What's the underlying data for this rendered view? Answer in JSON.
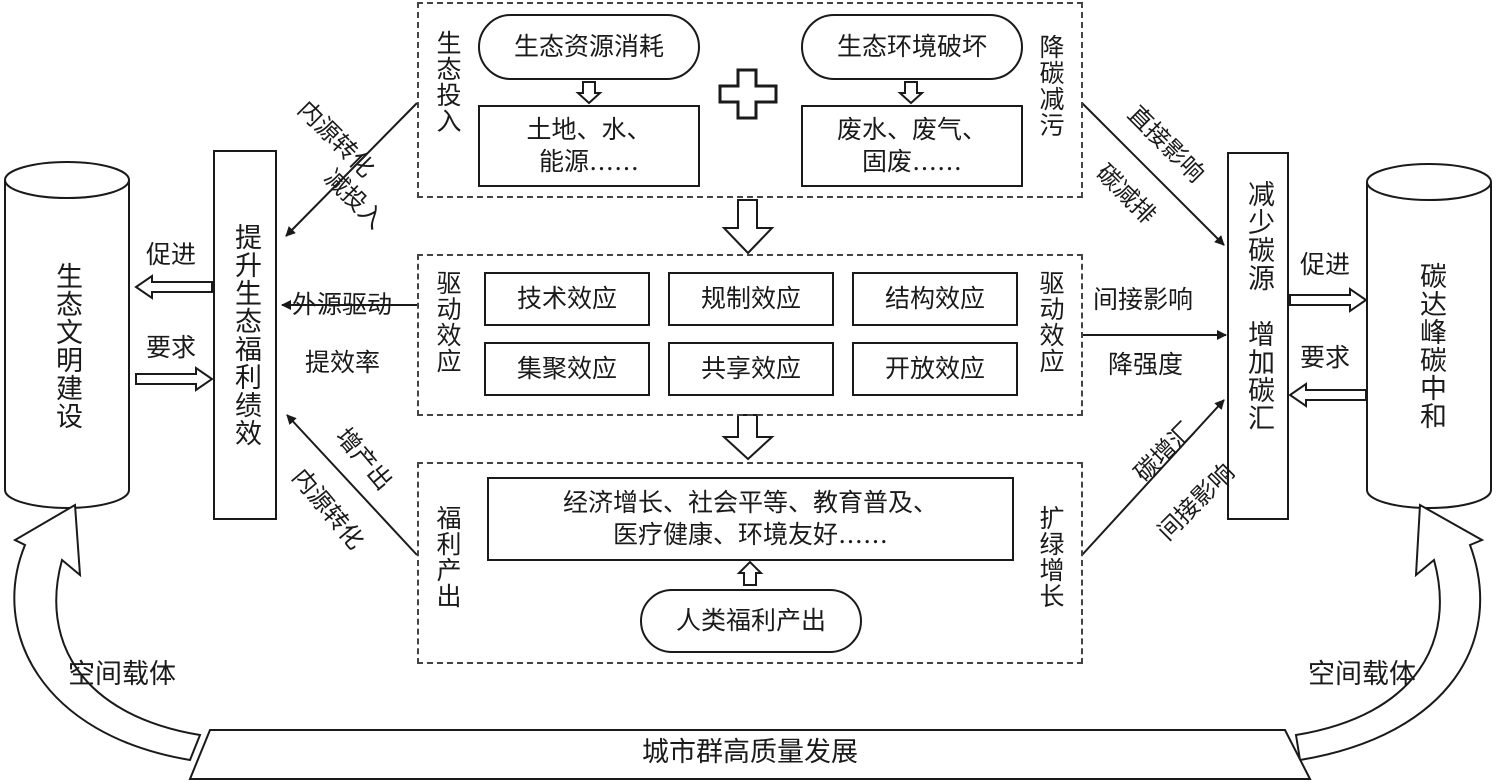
{
  "top": {
    "left_label": "生态投入",
    "right_label": "降碳减污",
    "consumption": "生态资源消耗",
    "damage": "生态环境破坏",
    "resources": "土地、水、\n能源……",
    "pollutants": "废水、废气、\n固废……"
  },
  "middle": {
    "left_label": "驱动效应",
    "right_label": "驱动效应",
    "effects": [
      "技术效应",
      "规制效应",
      "结构效应",
      "集聚效应",
      "共享效应",
      "开放效应"
    ]
  },
  "bottom": {
    "left_label": "福利产出",
    "right_label": "扩绿增长",
    "outcomes": "经济增长、社会平等、教育普及、\n医疗健康、环境友好……",
    "welfare": "人类福利产出"
  },
  "left": {
    "cylinder": "生态文明建设",
    "performance": "提升生态福利绩效",
    "promote": "促进",
    "require": "要求",
    "inner_top_1": "内源转化",
    "inner_top_2": "减投入",
    "external_1": "外源驱动",
    "external_2": "提效率",
    "inner_bottom_1": "增产出",
    "inner_bottom_2": "内源转化",
    "carrier": "空间载体"
  },
  "right": {
    "cylinder": "碳达峰碳中和",
    "reduce": "减少碳源",
    "increase": "增加碳汇",
    "promote": "促进",
    "require": "要求",
    "direct_1": "直接影响",
    "direct_2": "碳减排",
    "indirect_1": "间接影响",
    "indirect_2": "降强度",
    "indirect_b1": "碳增汇",
    "indirect_b2": "间接影响",
    "carrier": "空间载体"
  },
  "base": {
    "label": "城市群高质量发展"
  },
  "icons": [
    "plus-icon",
    "down-arrow-icon",
    "up-arrow-icon",
    "double-arrow-icon",
    "curved-arrow-icon"
  ]
}
